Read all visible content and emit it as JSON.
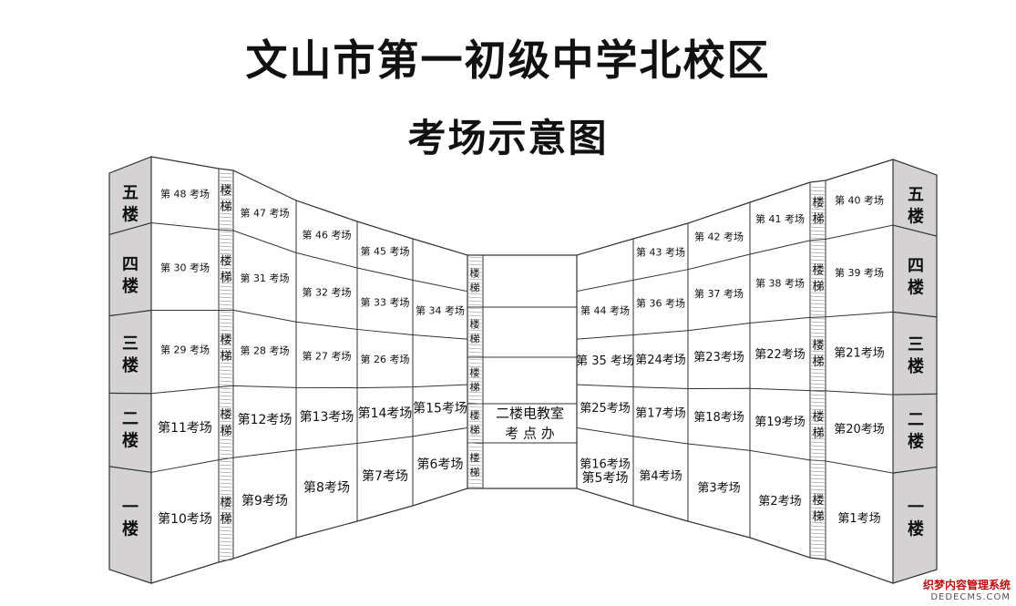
{
  "title": "文山市第一初级中学北校区",
  "subtitle": "考场示意图",
  "floors": [
    "五楼",
    "四楼",
    "三楼",
    "二楼",
    "一楼"
  ],
  "stair_label": "楼梯",
  "center_office": [
    "二楼电教室",
    "考 点 办"
  ],
  "watermark": [
    "织梦内容管理系统",
    "DEDECMS.COM"
  ],
  "colors": {
    "floor_tab": "#d4d2d3",
    "floor_tab_side": "#b5b3b4",
    "line": "#333333"
  },
  "rooms_left": [
    [
      "第 48 考场",
      "第 47 考场",
      "第 46 考场",
      "第 45 考场",
      ""
    ],
    [
      "第 30 考场",
      "第 31 考场",
      "第 32 考场",
      "第 33 考场",
      "第 34 考场"
    ],
    [
      "第 29 考场",
      "第 28 考场",
      "第 27 考场",
      "第 26 考场",
      ""
    ],
    [
      "第11考场",
      "第12考场",
      "第13考场",
      "第14考场",
      "第15考场"
    ],
    [
      "第10考场",
      "第9考场",
      "第8考场",
      "第7考场",
      "第6考场"
    ]
  ],
  "rooms_right": [
    [
      "",
      "第 43 考场",
      "第 42 考场",
      "第 41 考场",
      "第 40 考场"
    ],
    [
      "第 44 考场",
      "第 36 考场",
      "第 37 考场",
      "第 38 考场",
      "第 39 考场"
    ],
    [
      "第 35 考场",
      "第24考场",
      "第23考场",
      "第22考场",
      "第21考场"
    ],
    [
      "第25考场",
      "第17考场",
      "第18考场",
      "第19考场",
      "第20考场"
    ],
    [
      "第16考场",
      "第4考场",
      "第3考场",
      "第2考场",
      "第1考场"
    ]
  ],
  "room_right_extra": "第5考场"
}
